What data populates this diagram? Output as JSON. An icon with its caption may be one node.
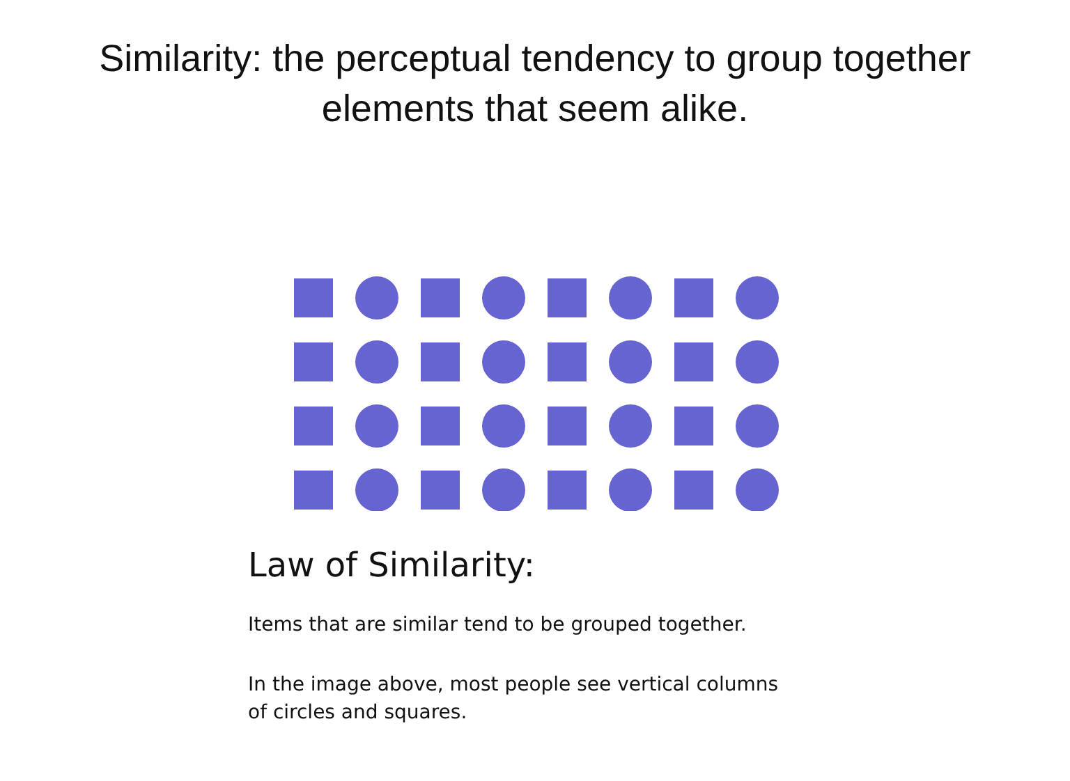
{
  "diagram": {
    "title": "Similarity: the perceptual tendency to group together elements that seem alike.",
    "labels": [
      "Law of Similarity:",
      "Items that are similar tend to be grouped together.",
      "In the image above, most people see vertical columns of circles and squares."
    ]
  }
}
